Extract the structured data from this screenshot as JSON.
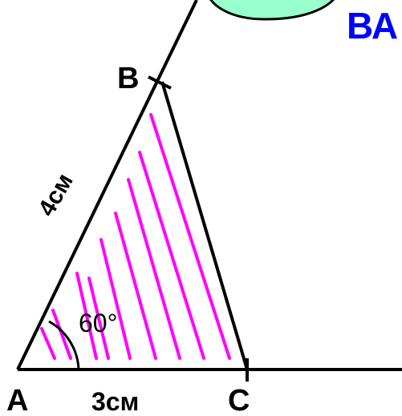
{
  "header_text": "ВА",
  "angle_label": "60°",
  "vertices": {
    "a": "A",
    "b": "B",
    "c": "C"
  },
  "sides": {
    "ab": "4см",
    "ac": "3см"
  },
  "colors": {
    "hatch": "#ff00ff",
    "line": "#000000",
    "header_text": "#0000ff",
    "cloud_fill": "#99ffcc",
    "cloud_stroke": "#000000"
  }
}
